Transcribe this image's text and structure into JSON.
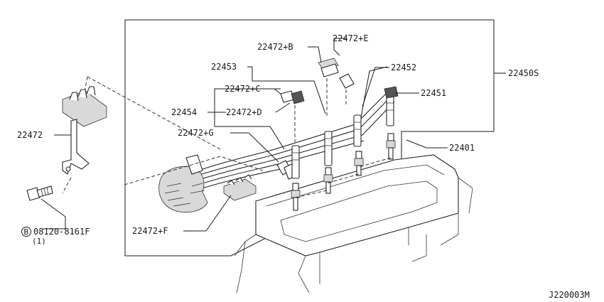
{
  "callouts": {
    "assembly": "22450S",
    "clip_e": "22472+E",
    "clip_b": "22472+B",
    "cable_22453": "22453",
    "cable_22452": "22452",
    "cable_22451": "22451",
    "clip_c": "22472+C",
    "cable_22454": "22454",
    "clip_d": "22472+D",
    "clip_g": "22472+G",
    "spark_plug": "22401",
    "bracket": "22472",
    "clip_f": "22472+F",
    "bolt_marker": "B",
    "bolt_part": "08120-8161F",
    "bolt_qty": "(1)"
  },
  "figure_code": "J220003M"
}
